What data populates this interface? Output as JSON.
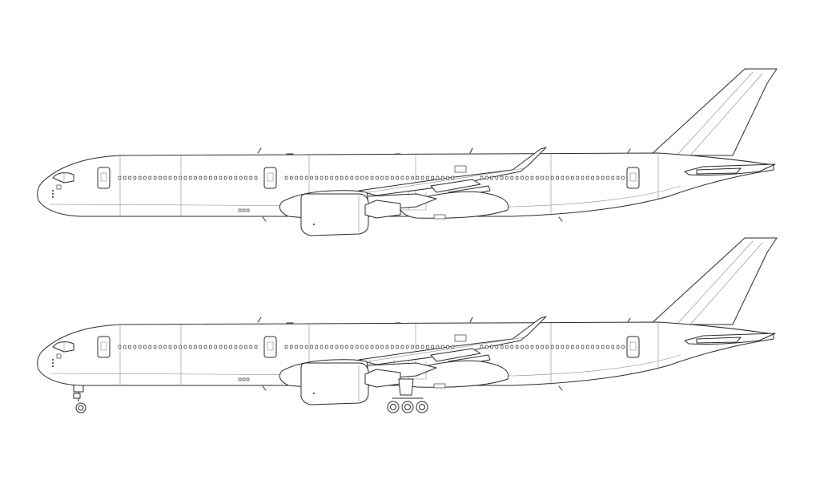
{
  "views": [
    {
      "id": "gear-up",
      "landing_gear": "retracted"
    },
    {
      "id": "gear-down",
      "landing_gear": "extended"
    }
  ],
  "colors": {
    "background": "#ffffff",
    "line": "#2b2b2b",
    "panel_line": "#8a8a8a"
  }
}
